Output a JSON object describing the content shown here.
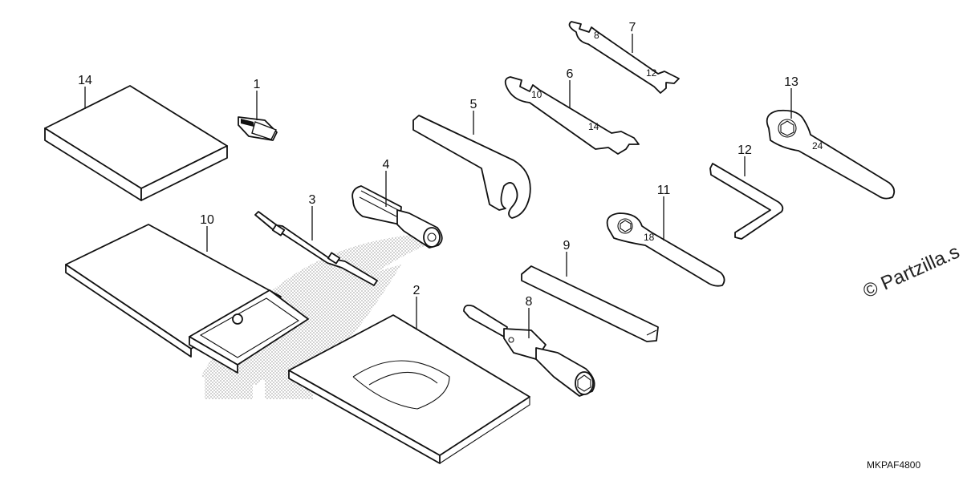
{
  "callouts": [
    "14",
    "1",
    "7",
    "6",
    "5",
    "13",
    "12",
    "4",
    "3",
    "11",
    "10",
    "9",
    "2",
    "8"
  ],
  "watermark": "© Partzilla.s",
  "part_number": "MKPAF4800"
}
